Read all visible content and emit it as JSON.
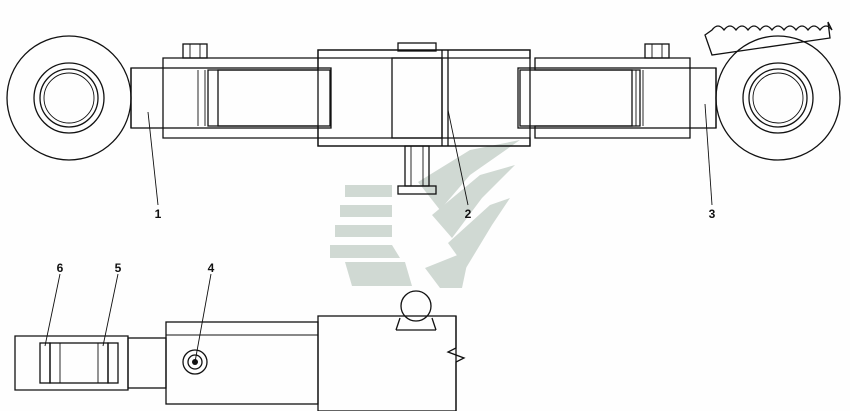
{
  "callouts": {
    "c1": "1",
    "c2": "2",
    "c3": "3",
    "c4": "4",
    "c5": "5",
    "c6": "6"
  },
  "watermark": {
    "color": "#c9d3cc"
  }
}
